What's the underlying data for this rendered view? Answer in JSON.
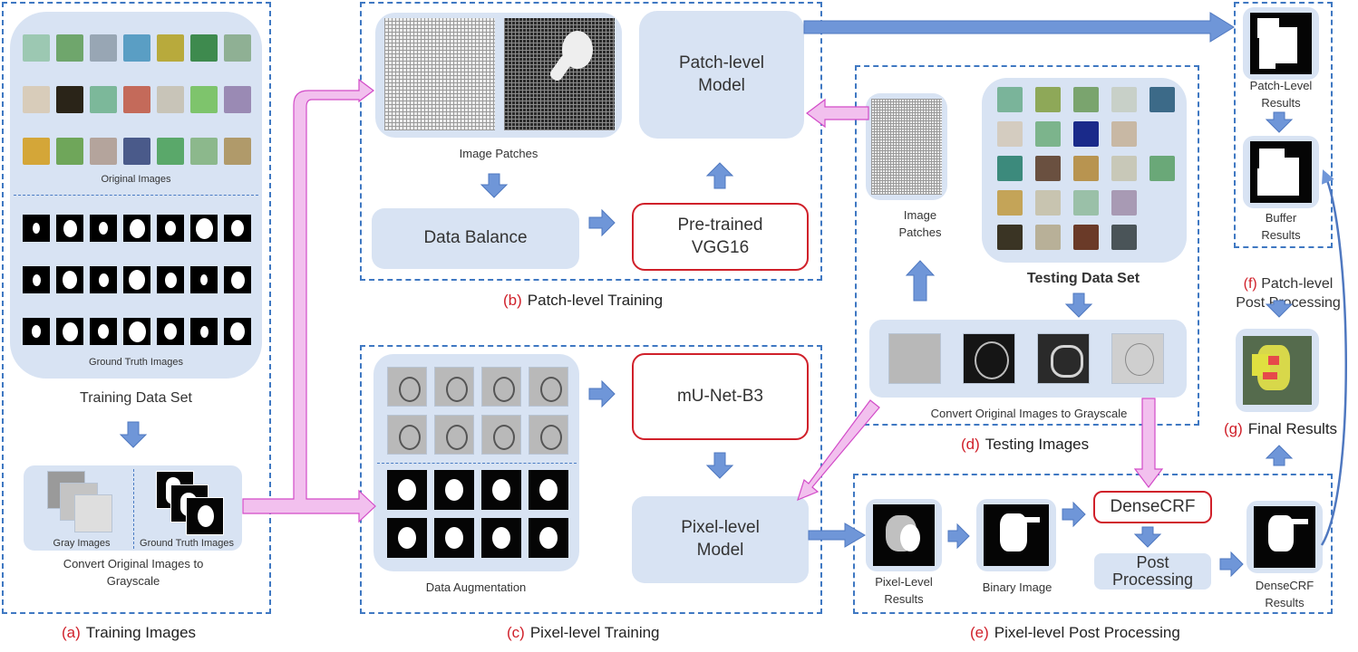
{
  "sections": {
    "a": {
      "letter": "(a)",
      "title": "Training Images"
    },
    "b": {
      "letter": "(b)",
      "title": "Patch-level Training"
    },
    "c": {
      "letter": "(c)",
      "title": "Pixel-level Training"
    },
    "d": {
      "letter": "(d)",
      "title": "Testing Images"
    },
    "e": {
      "letter": "(e)",
      "title": "Pixel-level Post Processing"
    },
    "f": {
      "letter": "(f)",
      "title": "Patch-level\nPost Processing"
    },
    "g": {
      "letter": "(g)",
      "title": "Final Results"
    }
  },
  "training": {
    "original_images": "Original Images",
    "ground_truth_images": "Ground Truth Images",
    "data_set": "Training Data Set",
    "gray_images": "Gray Images",
    "gt_images_small": "Ground Truth Images",
    "convert": "Convert Original Images to\nGrayscale"
  },
  "patch_training": {
    "image_patches": "Image Patches",
    "data_balance": "Data Balance",
    "pretrained": "Pre-trained\nVGG16",
    "model": "Patch-level\nModel"
  },
  "pixel_training": {
    "data_augmentation": "Data Augmentation",
    "unet": "mU-Net-B3",
    "model": "Pixel-level\nModel"
  },
  "testing": {
    "image_patches": "Image\nPatches",
    "data_set": "Testing Data Set",
    "convert": "Convert Original Images to Grayscale"
  },
  "post": {
    "pixel_results": "Pixel-Level\nResults",
    "binary": "Binary Image",
    "densecrf": "DenseCRF",
    "post_processing": "Post\nProcessing",
    "densecrf_results": "DenseCRF\nResults"
  },
  "patch_post": {
    "patch_results": "Patch-Level\nResults",
    "buffer_results": "Buffer\nResults"
  },
  "colors": {
    "accent_red": "#d0202a",
    "dash_blue": "#3f78c2",
    "box_fill": "#d8e3f3",
    "arrow_blue": "#6f96d8",
    "arrow_pink": "#f2c0ee"
  }
}
